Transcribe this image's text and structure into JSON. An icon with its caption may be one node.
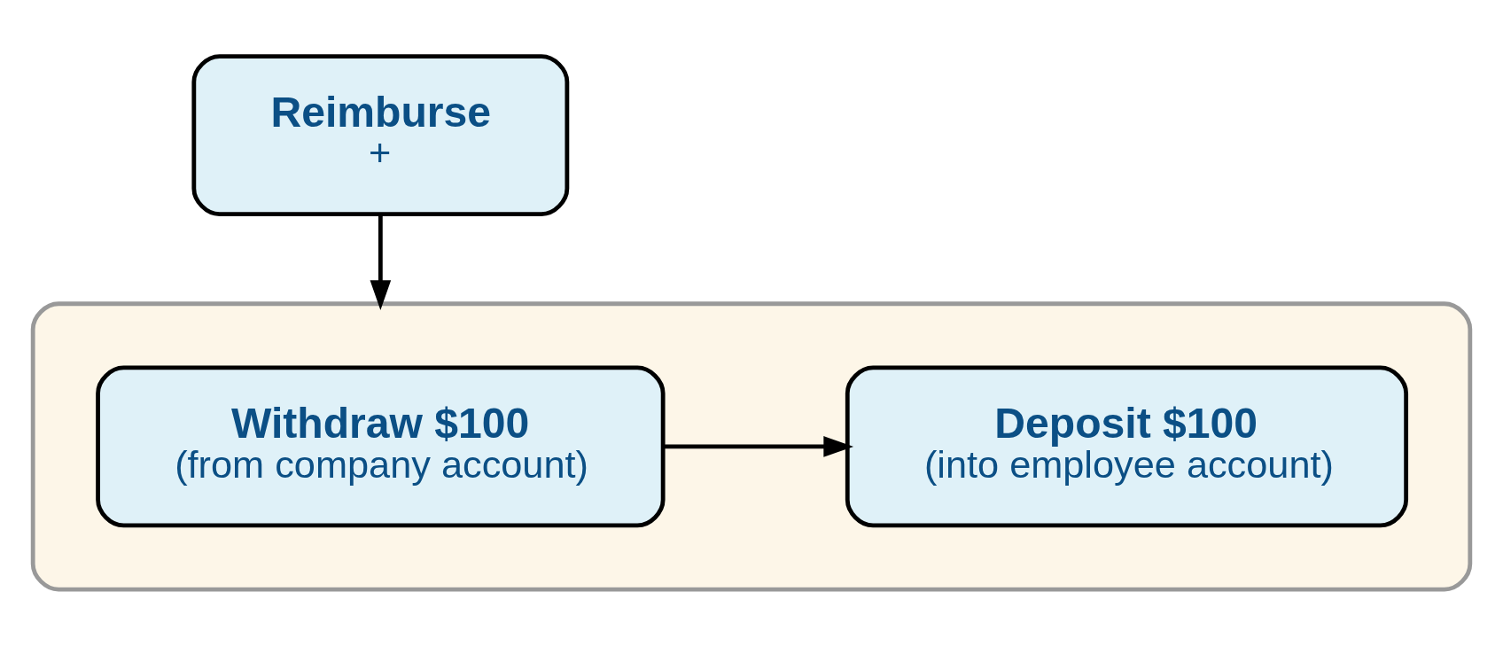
{
  "diagram": {
    "nodes": [
      {
        "text": [
          "Reimburse",
          "+"
        ]
      },
      {
        "text": [],
        "shape": "box"
      },
      {
        "text": [
          "Withdraw $100",
          "(from company account)"
        ],
        "in": 1
      },
      {
        "text": [
          "Deposit $100",
          "(into employee account)"
        ],
        "in": 1
      }
    ],
    "edges": [
      {
        "from": 0,
        "to": 1,
        "arrow": "to"
      },
      {
        "from": 2,
        "to": 3,
        "arrow": "to"
      }
    ]
  }
}
